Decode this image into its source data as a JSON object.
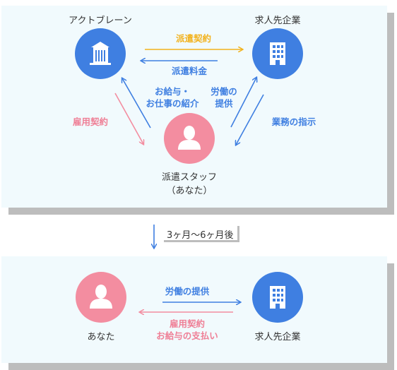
{
  "top": {
    "actbrain_label": "アクトブレーン",
    "client_label": "求人先企業",
    "staff_label_line1": "派遣スタッフ",
    "staff_label_line2": "（あなた）",
    "dispatch_contract": "派遣契約",
    "dispatch_fee": "派遣料金",
    "salary_intro_line1": "お給与・",
    "salary_intro_line2": "お仕事の紹介",
    "labor_provide_line1": "労働の",
    "labor_provide_line2": "提供",
    "employment_contract": "雇用契約",
    "work_instruction": "業務の指示"
  },
  "transition": {
    "label": "3ヶ月〜6ヶ月後"
  },
  "bottom": {
    "you_label": "あなた",
    "client_label": "求人先企業",
    "labor_provide": "労働の提供",
    "employment_line1": "雇用契約",
    "employment_line2": "お給与の支払い"
  },
  "colors": {
    "blue": "#3f7fe1",
    "pink": "#f38da0",
    "yellow": "#f2b21d",
    "panel": "#f1fafd"
  },
  "icons": [
    "building-icon",
    "office-building-icon",
    "person-icon"
  ]
}
